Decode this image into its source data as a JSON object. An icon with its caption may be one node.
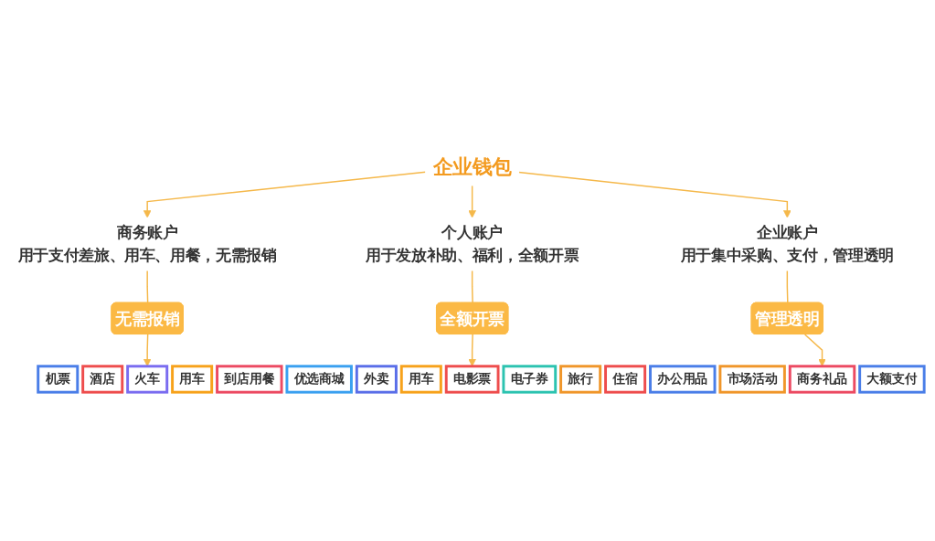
{
  "diagram": {
    "nodes": [
      {
        "text": [
          "企业钱包"
        ]
      },
      {
        "text": [
          "商务账户",
          "用于支付差旅、用车、用餐，无需报销"
        ]
      },
      {
        "text": [
          "个人账户",
          "用于发放补助、福利，全额开票"
        ]
      },
      {
        "text": [
          "企业账户",
          "用于集中采购、支付，管理透明"
        ]
      },
      {
        "text": [
          "无需报销"
        ]
      },
      {
        "text": [
          "全额开票"
        ]
      },
      {
        "text": [
          "管理透明"
        ]
      },
      {
        "text": [
          "机票"
        ]
      },
      {
        "text": [
          "酒店"
        ]
      },
      {
        "text": [
          "火车"
        ]
      },
      {
        "text": [
          "用车"
        ]
      },
      {
        "text": [
          "到店用餐"
        ]
      },
      {
        "text": [
          "优选商城"
        ]
      },
      {
        "text": [
          "外卖"
        ]
      },
      {
        "text": [
          "用车"
        ]
      },
      {
        "text": [
          "电影票"
        ]
      },
      {
        "text": [
          "电子券"
        ]
      },
      {
        "text": [
          "旅行"
        ]
      },
      {
        "text": [
          "住宿"
        ]
      },
      {
        "text": [
          "办公用品"
        ]
      },
      {
        "text": [
          "市场活动"
        ]
      },
      {
        "text": [
          "商务礼品"
        ]
      },
      {
        "text": [
          "大额支付"
        ]
      }
    ],
    "edges": [
      {
        "from": 0,
        "to": 1,
        "arrow": "to"
      },
      {
        "from": 0,
        "to": 2,
        "arrow": "to"
      },
      {
        "from": 0,
        "to": 3,
        "arrow": "to"
      },
      {
        "from": 1,
        "to": 4,
        "arrow": "none"
      },
      {
        "from": 2,
        "to": 5,
        "arrow": "none"
      },
      {
        "from": 3,
        "to": 6,
        "arrow": "none"
      },
      {
        "from": 4,
        "to": 9,
        "arrow": "to"
      },
      {
        "from": 5,
        "to": 15,
        "arrow": "to"
      },
      {
        "from": 6,
        "to": 21,
        "arrow": "to"
      }
    ]
  }
}
